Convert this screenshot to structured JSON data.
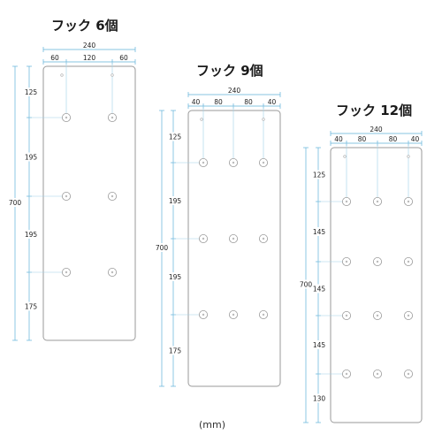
{
  "unit_label": "(mm)",
  "panels": [
    {
      "title": "フック 6個",
      "width_total": "240",
      "width_segments": [
        "60",
        "120",
        "60"
      ],
      "height_total": "700",
      "height_segments": [
        "125",
        "195",
        "195",
        "175"
      ]
    },
    {
      "title": "フック 9個",
      "width_total": "240",
      "width_segments": [
        "40",
        "80",
        "80",
        "40"
      ],
      "height_total": "700",
      "height_segments": [
        "125",
        "195",
        "195",
        "175"
      ]
    },
    {
      "title": "フック 12個",
      "width_total": "240",
      "width_segments": [
        "40",
        "80",
        "80",
        "40"
      ],
      "height_total": "700",
      "height_segments": [
        "125",
        "145",
        "145",
        "145",
        "130"
      ]
    }
  ],
  "colors": {
    "dimension_line": "#5fb0d8",
    "board_outline": "#9a9a9a",
    "text": "#222222"
  }
}
